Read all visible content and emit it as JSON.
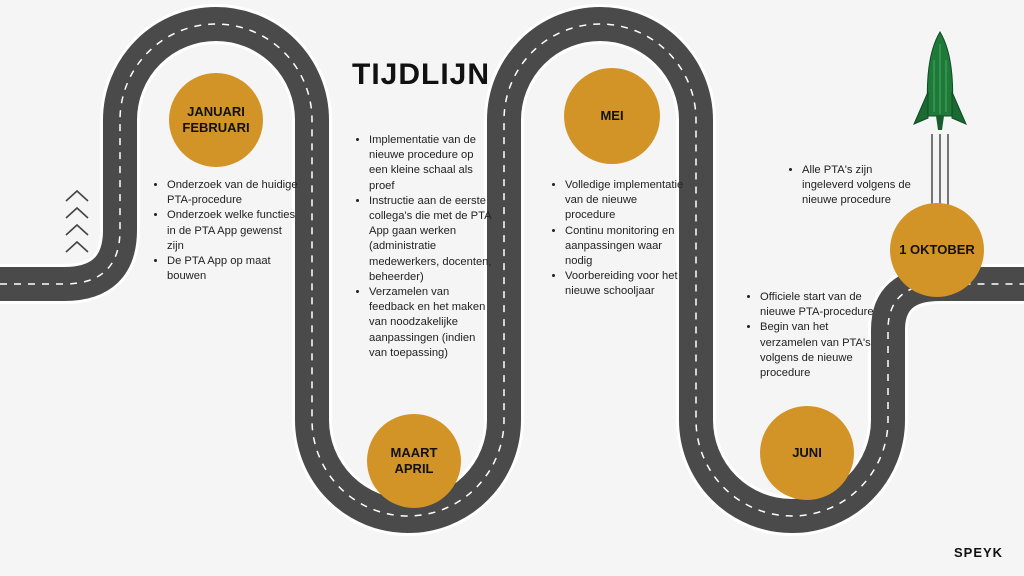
{
  "title": "TIJDLIJN",
  "milestones": [
    {
      "line1": "JANUARI",
      "line2": "FEBRUARI"
    },
    {
      "line1": "MAART",
      "line2": "APRIL"
    },
    {
      "line1": "MEI",
      "line2": ""
    },
    {
      "line1": "JUNI",
      "line2": ""
    },
    {
      "line1": "1 OKTOBER",
      "line2": ""
    }
  ],
  "sections": {
    "jan_feb": [
      "Onderzoek van de huidige PTA-procedure",
      "Onderzoek welke functies in de PTA App gewenst zijn",
      "De PTA App op maat bouwen"
    ],
    "maart_april": [
      "Implementatie van de nieuwe procedure op een kleine schaal als proef",
      "Instructie aan de eerste collega's die met de PTA App gaan werken (administratie medewerkers, docenten, beheerder)",
      "Verzamelen van feedback en het maken van noodzakelijke aanpassingen (indien van toepassing)"
    ],
    "mei": [
      "Volledige implementatie van de nieuwe procedure",
      "Continu monitoring en aanpassingen waar nodig",
      "Voorbereiding voor het nieuwe schooljaar"
    ],
    "juni": [
      "Officiele start van de nieuwe PTA-procedure",
      "Begin van het verzamelen van PTA's volgens de nieuwe procedure"
    ],
    "oktober": [
      "Alle PTA's zijn ingeleverd volgens de nieuwe procedure"
    ]
  },
  "brand": "SPEYK",
  "colors": {
    "background": "#f5f5f5",
    "road": "#4a4a4a",
    "road_edge": "#ffffff",
    "milestone": "#d39427",
    "rocket": "#1f7a3a",
    "text": "#222222"
  },
  "icons": [
    "chevron-up-icon",
    "rocket-icon"
  ]
}
